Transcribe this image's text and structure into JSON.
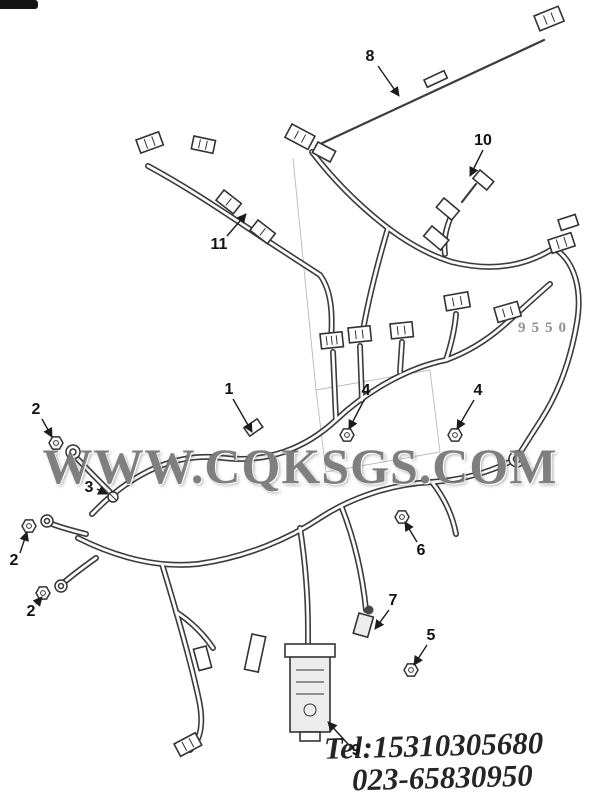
{
  "callouts": [
    {
      "label": "8"
    },
    {
      "label": "10"
    },
    {
      "label": "11"
    },
    {
      "label": "1"
    },
    {
      "label": "4"
    },
    {
      "label": "4"
    },
    {
      "label": "2"
    },
    {
      "label": "3"
    },
    {
      "label": "2"
    },
    {
      "label": "2"
    },
    {
      "label": "6"
    },
    {
      "label": "7"
    },
    {
      "label": "5"
    },
    {
      "label": "9"
    }
  ],
  "watermark": {
    "main": "WWW.CQKSGS.COM",
    "partial": "9550"
  },
  "footer": {
    "line1": "Tel:15310305680",
    "line2": "023-65830950"
  },
  "colors": {
    "line": "#3c3c3c",
    "watermark_gray": "#686868",
    "footer_ink": "#121212"
  }
}
